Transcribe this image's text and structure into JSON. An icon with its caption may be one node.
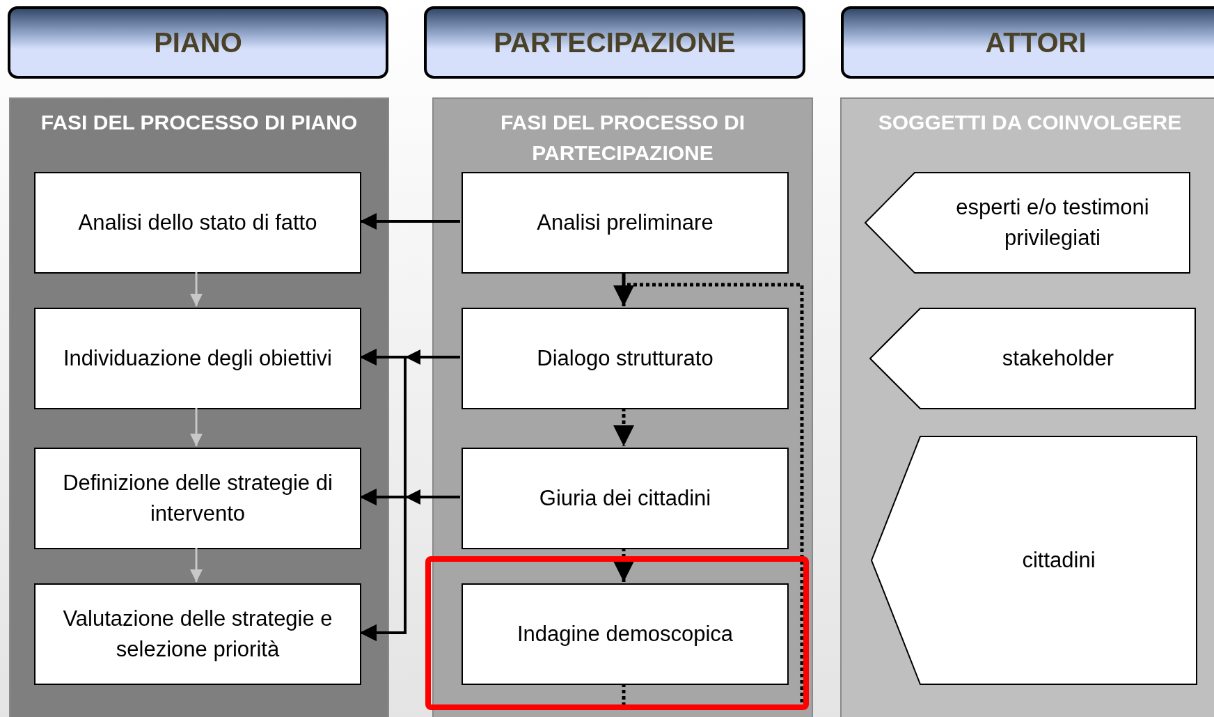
{
  "diagram": {
    "nodes": [
      {
        "text": [
          "PIANO"
        ]
      },
      {
        "text": [
          "PARTECIPAZIONE"
        ]
      },
      {
        "text": [
          "ATTORI"
        ]
      },
      {
        "text": [
          "FASI DEL PROCESSO DI PIANO"
        ]
      },
      {
        "text": [
          "FASI DEL PROCESSO DI PARTECIPAZIONE"
        ]
      },
      {
        "text": [
          "SOGGETTI DA COINVOLGERE"
        ]
      },
      {
        "text": [
          "Analisi dello stato di fatto"
        ],
        "in": 3
      },
      {
        "text": [
          "Individuazione degli obiettivi"
        ],
        "in": 3
      },
      {
        "text": [
          "Definizione delle strategie di intervento"
        ],
        "in": 3
      },
      {
        "text": [
          "Valutazione delle strategie e selezione priorità"
        ],
        "in": 3
      },
      {
        "text": [
          "Analisi preliminare"
        ],
        "in": 4
      },
      {
        "text": [
          "Dialogo strutturato"
        ],
        "in": 4
      },
      {
        "text": [
          "Giuria dei cittadini"
        ],
        "in": 4
      },
      {
        "text": [
          "Indagine demoscopica"
        ],
        "in": 4
      },
      {
        "text": [
          "esperti e/o testimoni privilegiati"
        ],
        "in": 5
      },
      {
        "text": [
          "stakeholder"
        ],
        "in": 5
      },
      {
        "text": [
          "cittadini"
        ],
        "in": 5
      }
    ],
    "edges": [
      {
        "from": 10,
        "to": 6,
        "arrow": "to"
      },
      {
        "from": 11,
        "to": 7,
        "arrow": "to"
      },
      {
        "from": 11,
        "to": 8,
        "arrow": "to"
      },
      {
        "from": 11,
        "to": 9,
        "arrow": "to"
      },
      {
        "from": 12,
        "to": 7,
        "arrow": "to"
      },
      {
        "from": 12,
        "to": 8,
        "arrow": "to"
      },
      {
        "from": 12,
        "to": 9,
        "arrow": "to"
      },
      {
        "from": 6,
        "to": 7,
        "arrow": "to",
        "color": "#c8c8c8"
      },
      {
        "from": 7,
        "to": 8,
        "arrow": "to",
        "color": "#c8c8c8"
      },
      {
        "from": 8,
        "to": 9,
        "arrow": "to",
        "color": "#c8c8c8"
      },
      {
        "from": 10,
        "to": 11,
        "arrow": "to",
        "style": "dashed"
      },
      {
        "from": 11,
        "to": 12,
        "arrow": "to",
        "style": "dashed"
      },
      {
        "from": 12,
        "to": 13,
        "arrow": "to",
        "style": "dashed"
      },
      {
        "from": 13,
        "to": 10,
        "arrow": "none",
        "style": "dashed"
      }
    ]
  }
}
